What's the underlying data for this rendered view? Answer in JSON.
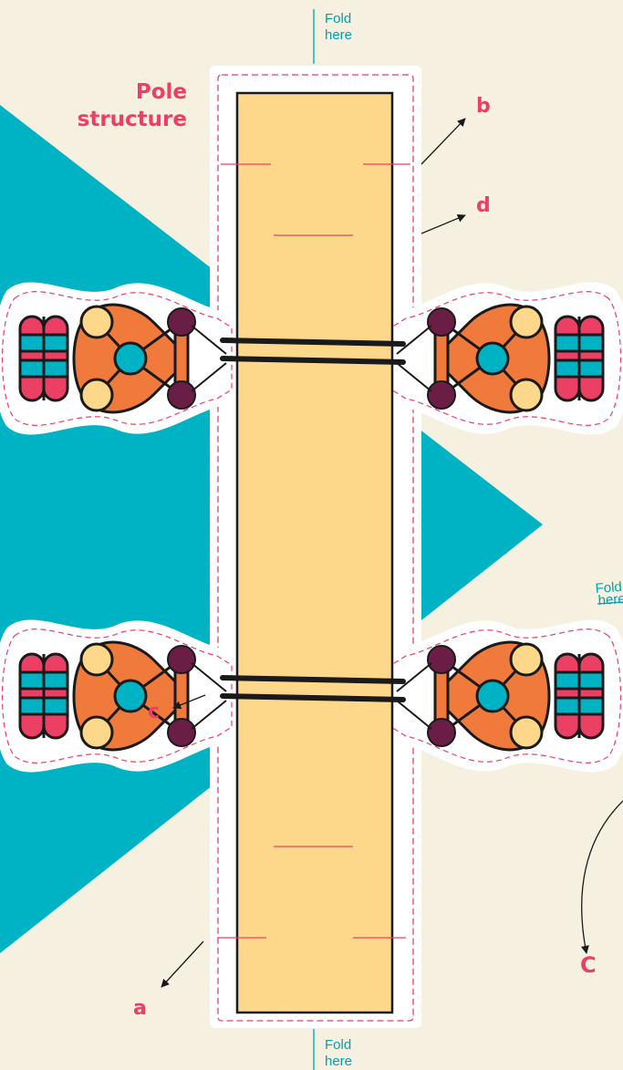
{
  "title": "Pole\nstructure",
  "title_lines": [
    "Pole",
    "structure"
  ],
  "fold_label_lines": [
    "Fold",
    "here"
  ],
  "fold_top": [
    "Fold",
    "here"
  ],
  "fold_bottom": [
    "Fold",
    "here"
  ],
  "fold_right": [
    "Fold",
    "here"
  ],
  "labels": {
    "a": "a",
    "b": "b",
    "c": "c",
    "d": "d",
    "C": "C"
  },
  "colors": {
    "background": "#f6f0e0",
    "teal": "#00b3c4",
    "pink": "#ec3f64",
    "orange": "#f07a3c",
    "yellow": "#fed88a",
    "maroon": "#6b1e45",
    "outline": "#1a1a1a",
    "white": "#ffffff"
  },
  "icons": [
    "ribbon-figure",
    "arrow-icon",
    "fold-line"
  ]
}
